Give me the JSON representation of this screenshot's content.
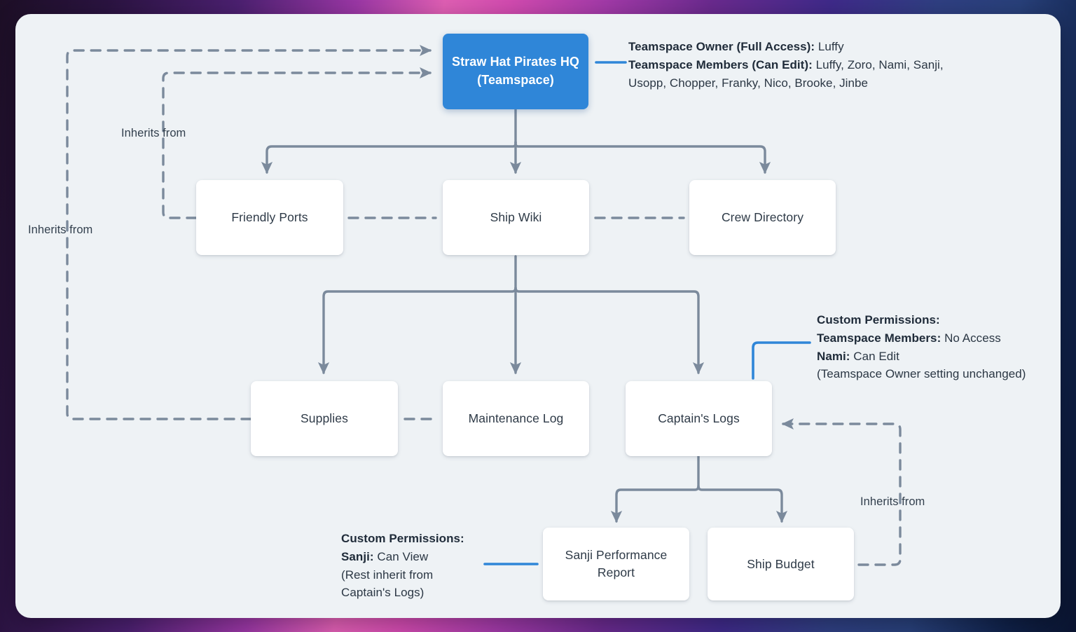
{
  "diagram": {
    "title": "Straw Hat Pirates teamspace permission inheritance",
    "nodes": [
      {
        "id": "teamspace",
        "label": "Straw Hat Pirates HQ\n(Teamspace)",
        "line1": "Straw Hat Pirates HQ",
        "line2": "(Teamspace)"
      },
      {
        "id": "friendly-ports",
        "label": "Friendly Ports"
      },
      {
        "id": "ship-wiki",
        "label": "Ship Wiki"
      },
      {
        "id": "crew-directory",
        "label": "Crew Directory"
      },
      {
        "id": "supplies",
        "label": "Supplies"
      },
      {
        "id": "maintenance-log",
        "label": "Maintenance Log"
      },
      {
        "id": "captains-logs",
        "label": "Captain's Logs"
      },
      {
        "id": "sanji-performance-report",
        "label": "Sanji Performance\nReport",
        "line1": "Sanji Performance",
        "line2": "Report"
      },
      {
        "id": "ship-budget",
        "label": "Ship Budget"
      }
    ],
    "edge_labels": [
      {
        "id": "inherits-from-outer",
        "text": "Inherits from"
      },
      {
        "id": "inherits-from-inner",
        "text": "Inherits from"
      },
      {
        "id": "inherits-from-right",
        "text": "Inherits from"
      }
    ],
    "annotations": {
      "teamspace": {
        "line1_label": "Teamspace Owner (Full Access):",
        "line1_value": "Luffy",
        "line2_label": "Teamspace Members (Can Edit):",
        "line2_value": "Luffy, Zoro, Nami, Sanji,",
        "line3_value": "Usopp, Chopper, Franky, Nico, Brooke, Jinbe"
      },
      "captains_logs": {
        "heading": "Custom Permissions:",
        "row1_label": "Teamspace Members:",
        "row1_value": "No Access",
        "row2_label": "Nami:",
        "row2_value": "Can Edit",
        "note": "(Teamspace Owner setting unchanged)"
      },
      "sanji_report": {
        "heading": "Custom Permissions:",
        "row1_label": "Sanji:",
        "row1_value": "Can View",
        "note_line1": "(Rest inherit from",
        "note_line2": "Captain's Logs)"
      }
    },
    "colors": {
      "accent_blue": "#2f86d8",
      "connector_gray": "#7b8a9c",
      "card_background": "#eef2f5",
      "node_background": "#ffffff",
      "text": "#2e3a47"
    }
  }
}
